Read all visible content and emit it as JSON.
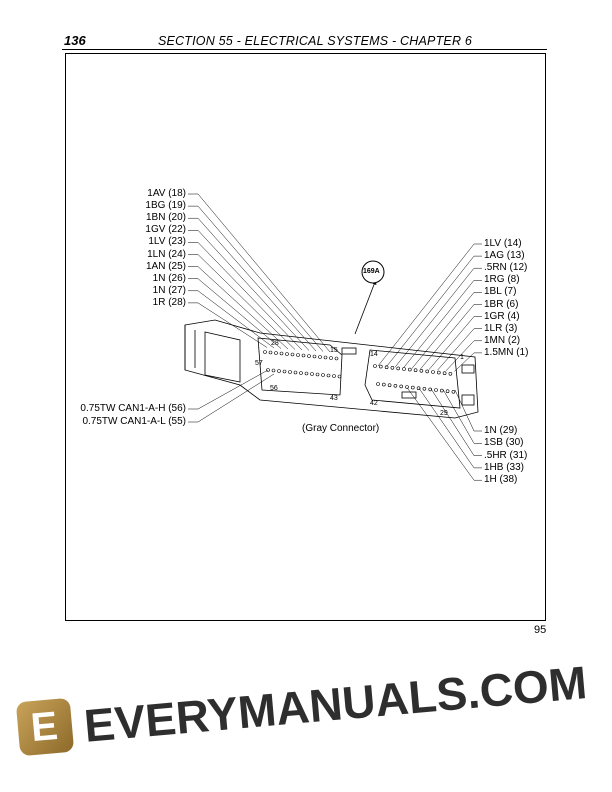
{
  "header": {
    "page_number": "136",
    "title": "SECTION 55 - ELECTRICAL SYSTEMS - CHAPTER 6"
  },
  "footer": {
    "page_number": "95"
  },
  "diagram": {
    "callout": "169A",
    "caption": "(Gray Connector)",
    "connector_numbers": [
      "28",
      "15",
      "14",
      "1",
      "57",
      "56",
      "43",
      "42",
      "29"
    ],
    "left_labels": [
      "1AV (18)",
      "1BG (19)",
      "1BN (20)",
      "1GV (22)",
      "1LV (23)",
      "1LN (24)",
      "1AN (25)",
      "1N (26)",
      "1N (27)",
      "1R (28)"
    ],
    "left_bottom_labels": [
      "0.75TW CAN1-A-H (56)",
      "0.75TW CAN1-A-L (55)"
    ],
    "right_labels": [
      "1LV (14)",
      "1AG (13)",
      ".5RN (12)",
      "1RG (8)",
      "1BL (7)",
      "1BR (6)",
      "1GR (4)",
      "1LR (3)",
      "1MN (2)",
      "1.5MN (1)"
    ],
    "right_bottom_labels": [
      "1N (29)",
      "1SB (30)",
      ".5HR (31)",
      "1HB (33)",
      "1H (38)"
    ]
  },
  "watermark": {
    "text": "EVERYMANUALS.COM",
    "logo_letter": "E",
    "logo_color": "#b08a45"
  }
}
